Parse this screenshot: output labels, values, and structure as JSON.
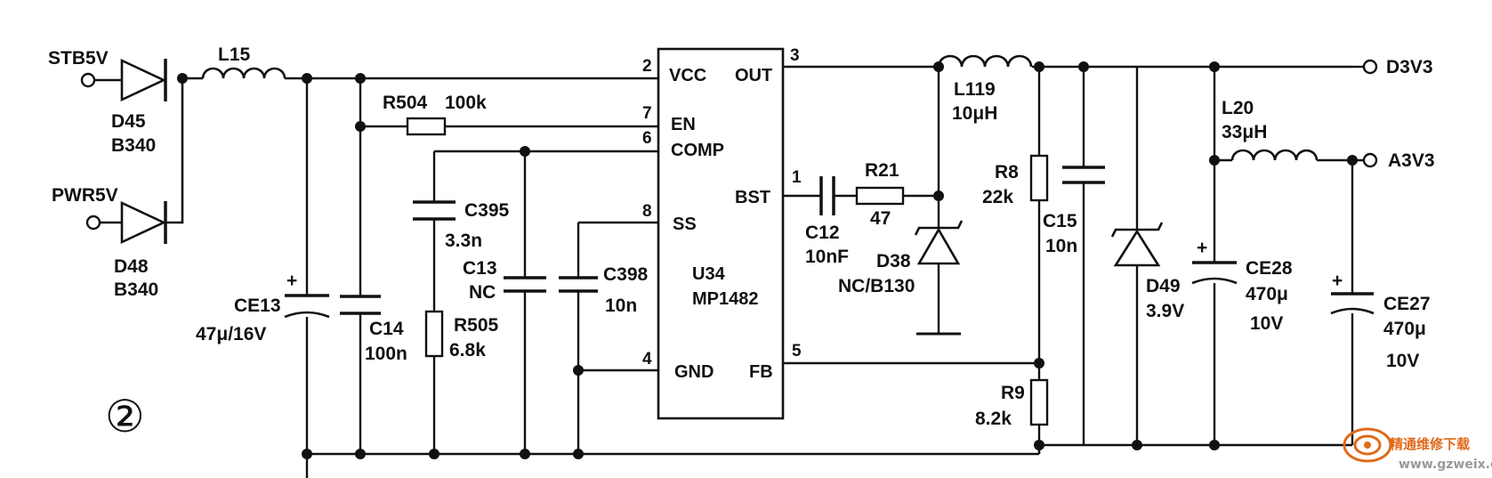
{
  "diagram_number": "②",
  "nodes": {
    "stb5v": "STB5V",
    "pwr5v": "PWR5V",
    "d3v3": "D3V3",
    "a3v3": "A3V3"
  },
  "components": {
    "d45": {
      "ref": "D45",
      "value": "B340"
    },
    "d48": {
      "ref": "D48",
      "value": "B340"
    },
    "l15": {
      "ref": "L15"
    },
    "ce13": {
      "ref": "CE13",
      "value": "47μ/16V"
    },
    "c14": {
      "ref": "C14",
      "value": "100n"
    },
    "r504": {
      "ref": "R504",
      "value": "100k"
    },
    "c395": {
      "ref": "C395",
      "value": "3.3n"
    },
    "r505": {
      "ref": "R505",
      "value": "6.8k"
    },
    "c13": {
      "ref": "C13",
      "value": "NC"
    },
    "c398": {
      "ref": "C398",
      "value": "10n"
    },
    "u34": {
      "ref": "U34",
      "value": "MP1482"
    },
    "c12": {
      "ref": "C12",
      "value": "10nF"
    },
    "r21": {
      "ref": "R21",
      "value": "47"
    },
    "d38": {
      "ref": "D38",
      "value": "NC/B130"
    },
    "l119": {
      "ref": "L119",
      "value": "10μH"
    },
    "r8": {
      "ref": "R8",
      "value": "22k"
    },
    "r9": {
      "ref": "R9",
      "value": "8.2k"
    },
    "c15": {
      "ref": "C15",
      "value": "10n"
    },
    "d49": {
      "ref": "D49",
      "value": "3.9V"
    },
    "l20": {
      "ref": "L20",
      "value": "33μH"
    },
    "ce28": {
      "ref": "CE28",
      "value": "470μ",
      "voltage": "10V"
    },
    "ce27": {
      "ref": "CE27",
      "value": "470μ",
      "voltage": "10V"
    }
  },
  "ic_pins": {
    "vcc": {
      "name": "VCC",
      "num": "2"
    },
    "en": {
      "name": "EN",
      "num": "7"
    },
    "comp": {
      "name": "COMP",
      "num": "6"
    },
    "ss": {
      "name": "SS",
      "num": "8"
    },
    "gnd": {
      "name": "GND",
      "num": "4"
    },
    "out": {
      "name": "OUT",
      "num": "3"
    },
    "bst": {
      "name": "BST",
      "num": "1"
    },
    "fb": {
      "name": "FB",
      "num": "5"
    }
  },
  "watermark": {
    "site_cn": "精通维修下载",
    "url": "www.gzweix.com",
    "colors": {
      "orange": "#e06a1b",
      "gray": "#9a9a9a"
    }
  }
}
